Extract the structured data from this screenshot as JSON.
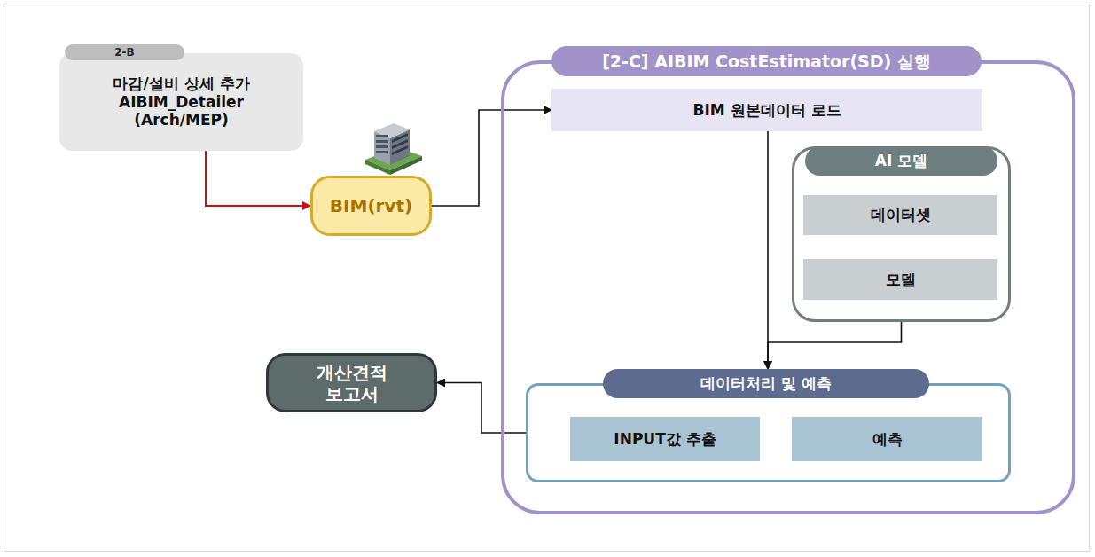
{
  "diagram": {
    "nodes": [
      {
        "text": [
          "2-B",
          "마감/설비 상세 추가 AIBIM_Detailer (Arch/MEP)"
        ]
      },
      {
        "text": [
          "BIM(rvt)"
        ]
      },
      {
        "text": [
          "[2-C] AIBIM CostEstimator(SD) 실행"
        ]
      },
      {
        "text": [
          "BIM 원본데이터 로드"
        ],
        "in": 2
      },
      {
        "text": [
          "AI 모델"
        ],
        "in": 2
      },
      {
        "text": [
          "데이터셋"
        ],
        "in": 4
      },
      {
        "text": [
          "모델"
        ],
        "in": 4
      },
      {
        "text": [
          "데이터처리 및 예측"
        ],
        "in": 2
      },
      {
        "text": [
          "INPUT값 추출"
        ],
        "in": 7
      },
      {
        "text": [
          "예측"
        ],
        "in": 7
      },
      {
        "text": [
          "개산견적 보고서"
        ]
      }
    ],
    "edges": [
      {
        "from": 0,
        "to": 1,
        "arrow": "to"
      },
      {
        "from": 1,
        "to": 3,
        "arrow": "to"
      },
      {
        "from": 3,
        "to": 7,
        "arrow": "to"
      },
      {
        "from": 4,
        "to": 7,
        "arrow": "to"
      },
      {
        "from": 5,
        "to": 6,
        "arrow": "to"
      },
      {
        "from": 8,
        "to": 9,
        "arrow": "to"
      },
      {
        "from": 7,
        "to": 10,
        "arrow": "to"
      }
    ]
  }
}
